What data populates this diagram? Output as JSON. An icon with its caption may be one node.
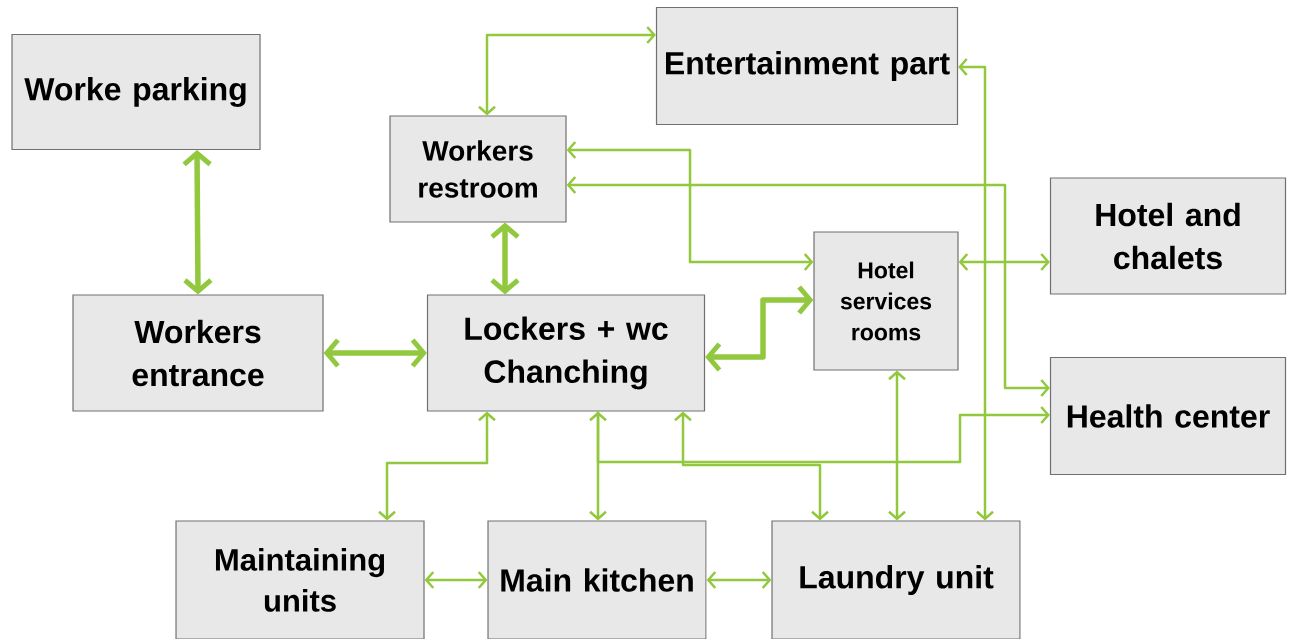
{
  "diagram": {
    "nodes": [
      {
        "text": [
          "Worke parking"
        ]
      },
      {
        "text": [
          "Entertainment part"
        ]
      },
      {
        "text": [
          "Workers restroom"
        ]
      },
      {
        "text": [
          "Hotel and chalets"
        ]
      },
      {
        "text": [
          "Workers entrance"
        ]
      },
      {
        "text": [
          "Lockers + wc Chanching"
        ]
      },
      {
        "text": [
          "Hotel services rooms"
        ]
      },
      {
        "text": [
          "Health center"
        ]
      },
      {
        "text": [
          "Maintaining units"
        ]
      },
      {
        "text": [
          "Main kitchen"
        ]
      },
      {
        "text": [
          "Laundry unit"
        ]
      }
    ],
    "edges": [
      {
        "from": 0,
        "to": 4,
        "arrow": "both",
        "style": "thick"
      },
      {
        "from": 4,
        "to": 5,
        "arrow": "both",
        "style": "thick"
      },
      {
        "from": 2,
        "to": 5,
        "arrow": "both",
        "style": "thick"
      },
      {
        "from": 5,
        "to": 6,
        "arrow": "both",
        "style": "thick"
      },
      {
        "from": 2,
        "to": 1,
        "arrow": "both"
      },
      {
        "from": 2,
        "to": 6,
        "arrow": "both"
      },
      {
        "from": 2,
        "to": 7,
        "arrow": "both"
      },
      {
        "from": 6,
        "to": 3,
        "arrow": "both"
      },
      {
        "from": 1,
        "to": 10,
        "arrow": "both"
      },
      {
        "from": 6,
        "to": 10,
        "arrow": "both"
      },
      {
        "from": 5,
        "to": 8,
        "arrow": "both"
      },
      {
        "from": 5,
        "to": 9,
        "arrow": "both"
      },
      {
        "from": 5,
        "to": 7,
        "arrow": "to"
      },
      {
        "from": 5,
        "to": 10,
        "arrow": "both"
      },
      {
        "from": 8,
        "to": 9,
        "arrow": "both"
      },
      {
        "from": 9,
        "to": 10,
        "arrow": "both"
      }
    ]
  }
}
